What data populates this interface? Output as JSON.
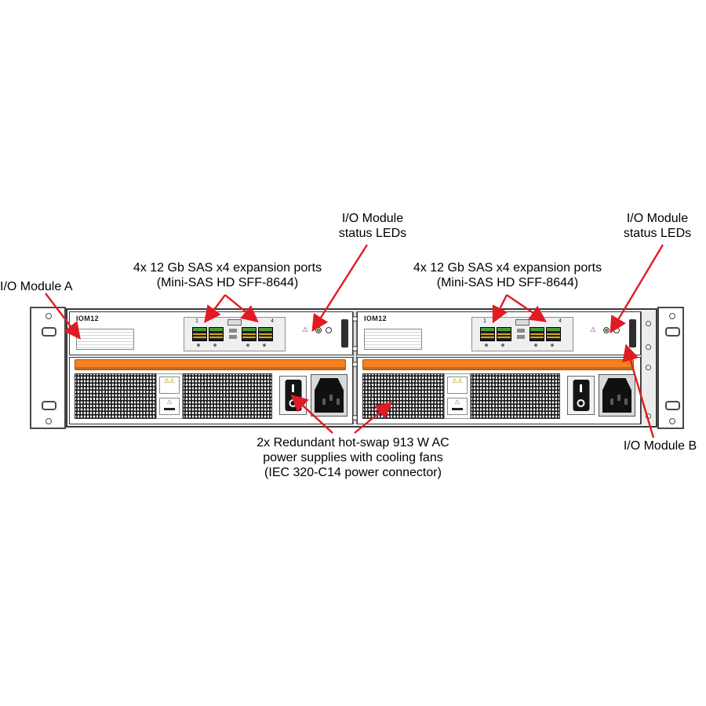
{
  "colors": {
    "arrow": "#e01b24",
    "handle_orange": "#f5821f",
    "port_green": "#4a9c3f",
    "port_gold": "#d9a520"
  },
  "callouts": {
    "status_leds_left": {
      "lines": [
        "I/O Module",
        "status LEDs"
      ]
    },
    "status_leds_right": {
      "lines": [
        "I/O Module",
        "status LEDs"
      ]
    },
    "sas_left": {
      "lines": [
        "4x 12 Gb SAS x4 expansion ports",
        "(Mini-SAS HD SFF-8644)"
      ]
    },
    "sas_right": {
      "lines": [
        "4x 12 Gb SAS x4 expansion ports",
        "(Mini-SAS HD SFF-8644)"
      ]
    },
    "io_module_a": {
      "label": "I/O Module A"
    },
    "io_module_b": {
      "label": "I/O Module B"
    },
    "power": {
      "lines": [
        "2x Redundant hot-swap 913 W AC",
        "power supplies with cooling fans",
        "(IEC 320-C14 power connector)"
      ]
    }
  },
  "chassis": {
    "iom_a_label": "IOM12",
    "iom_b_label": "IOM12",
    "port_num_first": "1",
    "port_num_last": "4"
  },
  "icons": {
    "warning": "⚠"
  }
}
